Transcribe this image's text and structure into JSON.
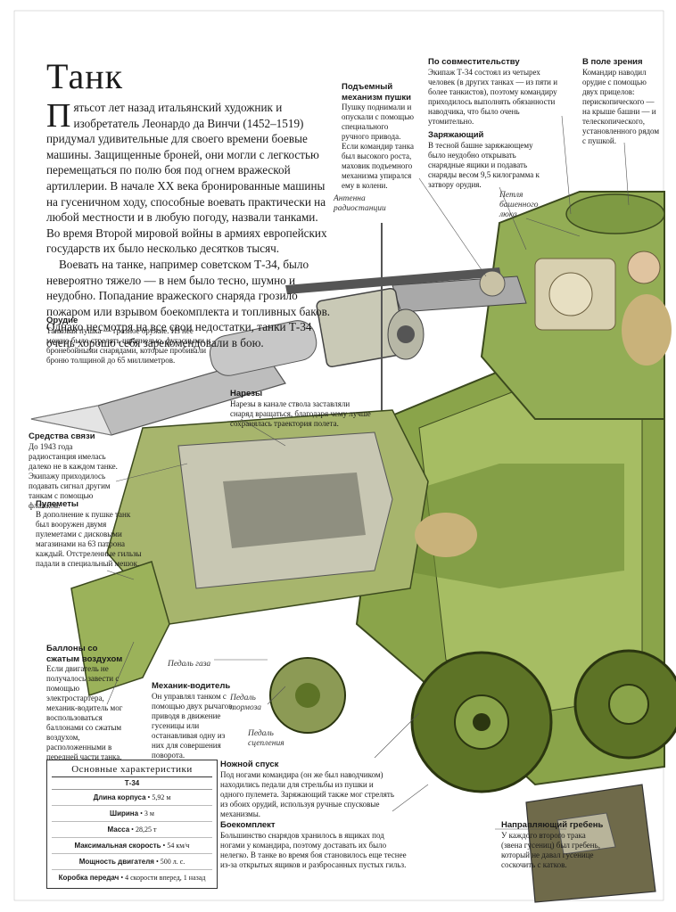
{
  "title": "Танк",
  "intro": {
    "dropcap": "П",
    "paragraph_1": "ятьсот лет назад итальянский художник и изобретатель Леонардо да Винчи (1452–1519) придумал удивительные для своего времени боевые машины. Защищенные броней, они могли с легкостью перемещаться по полю боя под огнем вражеской артиллерии. В начале ХХ века бронированные машины на гусеничном ходу, способные воевать практически на любой местности и в любую погоду, назвали танками. Во время Второй мировой войны в армиях европейских государств их было несколько десятков тысяч.",
    "paragraph_2": "Воевать на танке, например советском Т-34, было невероятно тяжело — в нем было тесно, шумно и неудобно. Попадание вражеского снаряда грозило пожаром или взрывом боекомплекта и топливных баков. Однако несмотря на все свои недостатки, танки Т-34 очень хорошо себя зарекомендовали в бою."
  },
  "notes": {
    "gun_mount": {
      "title": "Подъемный механизм пушки",
      "text": "Пушку поднимали и опускали с помощью специального ручного привода. Если командир танка был высокого роста, маховик подъемного механизма упирался ему в колени."
    },
    "crew": {
      "title": "По совместительству",
      "text": "Экипаж Т-34 состоял из четырех человек (в других танках — из пяти и более танкистов), поэтому командиру приходилось выполнять обязанности наводчика, что было очень утомительно."
    },
    "vision": {
      "title": "В поле зрения",
      "text": "Командир наводил орудие с помощью двух прицелов: перископического — на крыше башни — и телескопического, установленного рядом с пушкой."
    },
    "loader": {
      "title": "Заряжающий",
      "text": "В тесной башне заряжающему было неудобно открывать снарядные ящики и подавать снаряды весом 9,5 килограмма к затвору орудия."
    },
    "gun": {
      "title": "Орудие",
      "text": "Танковая пушка — грозное оружие. Из нее можно было стрелять шрапнелью, фугасными и бронебойными снарядами, которые пробивали броню толщиной до 65 миллиметров."
    },
    "rifling": {
      "title": "Нарезы",
      "text": "Нарезы в канале ствола заставляли снаряд вращаться, благодаря чему лучше сохранялась траектория полета."
    },
    "comms": {
      "title": "Средства связи",
      "text": "До 1943 года радиостанция имелась далеко не в каждом танке. Экипажу приходилось подавать сигнал другим танкам с помощью флажков."
    },
    "mg": {
      "title": "Пулеметы",
      "text": "В дополнение к пушке танк был вооружен двумя пулеметами с дисковыми магазинами на 63 патрона каждый. Отстреленные гильзы падали в специальный мешок."
    },
    "air": {
      "title": "Баллоны со сжатым воздухом",
      "text": "Если двигатель не получалось завести с помощью электростартера, механик-водитель мог воспользоваться баллонами со сжатым воздухом, расположенными в передней части танка."
    },
    "driver": {
      "title": "Механик-водитель",
      "text": "Он управлял танком с помощью двух рычагов, приводя в движение гусеницы или останавливая одну из них для совершения поворота."
    },
    "trigger": {
      "title": "Ножной спуск",
      "text": "Под ногами командира (он же был наводчиком) находились педали для стрельбы из пушки и одного пулемета. Заряжающий также мог стрелять из обоих орудий, используя ручные спусковые механизмы."
    },
    "ammo": {
      "title": "Боекомплект",
      "text": "Большинство снарядов хранилось в ящиках под ногами у командира, поэтому доставать их было нелегко. В танке во время боя становилось еще теснее из-за открытых ящиков и разбросанных пустых гильз."
    },
    "guide": {
      "title": "Направляющий гребень",
      "text": "У каждого второго трака (звена гусениц) был гребень, который не давал гусенице соскочить с катков."
    }
  },
  "tags": {
    "antenna": "Антенна радиостанции",
    "hatch": "Петля башенного люка",
    "gas": "Педаль газа",
    "brake": "Педаль тормоза",
    "clutch": "Педаль сцепления"
  },
  "specs": {
    "heading": "Основные характеристики",
    "model": "Т-34",
    "rows": [
      {
        "key": "Длина корпуса",
        "val": "5,92 м"
      },
      {
        "key": "Ширина",
        "val": "3 м"
      },
      {
        "key": "Масса",
        "val": "28,25 т"
      },
      {
        "key": "Максимальная скорость",
        "val": "54 км/ч"
      },
      {
        "key": "Мощность двигателя",
        "val": "500 л. с."
      },
      {
        "key": "Коробка передач",
        "val": "4 скорости вперед, 1 назад"
      }
    ]
  }
}
